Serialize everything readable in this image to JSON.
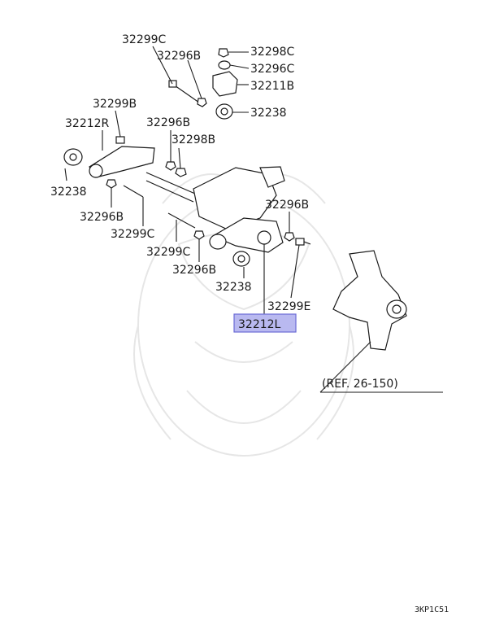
{
  "labels": {
    "l_32299C_top": "32299C",
    "l_32296B_top": "32296B",
    "l_32298C": "32298C",
    "l_32296C": "32296C",
    "l_32211B": "32211B",
    "l_32238_top": "32238",
    "l_32299B": "32299B",
    "l_32212R": "32212R",
    "l_32296B_mid": "32296B",
    "l_32298B": "32298B",
    "l_32238_left": "32238",
    "l_32296B_left": "32296B",
    "l_32299C_left": "32299C",
    "l_32296B_right": "32296B",
    "l_32299C_mid": "32299C",
    "l_32296B_low": "32296B",
    "l_32238_low": "32238",
    "l_32299E": "32299E",
    "l_32212L": "32212L",
    "l_ref": "(REF. 26-150)",
    "l_code": "3KP1C51"
  },
  "colors": {
    "highlight": "#b9b9f0",
    "highlight_border": "#6b6bd6"
  }
}
